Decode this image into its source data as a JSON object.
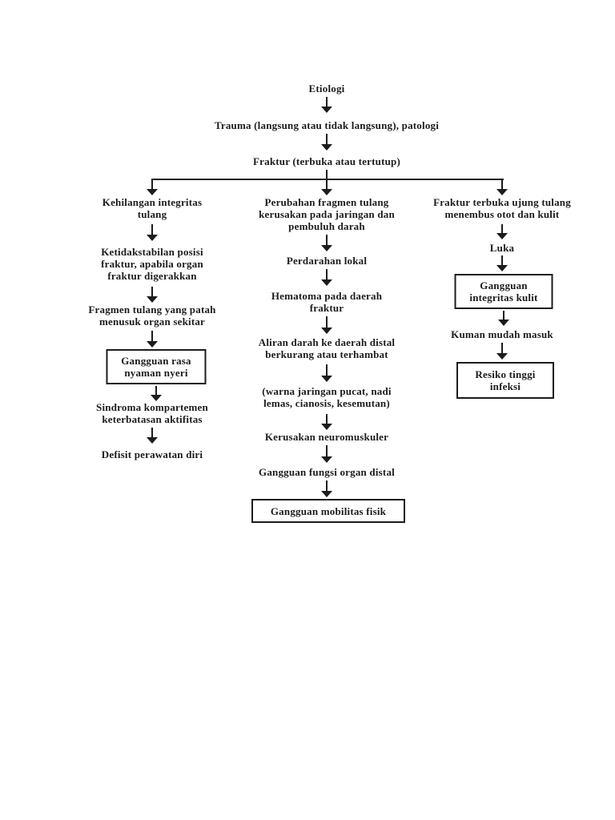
{
  "colors": {
    "background": "#ffffff",
    "text": "#1c1c1c",
    "line": "#1c1c1c"
  },
  "diagram": {
    "nodes": {
      "etiologi": {
        "label": "Etiologi",
        "boxed": false
      },
      "trauma": {
        "label": "Trauma (langsung atau tidak langsung), patologi",
        "boxed": false
      },
      "fraktur": {
        "label": "Fraktur (terbuka atau tertutup)",
        "boxed": false
      },
      "kehilangan_integritas": {
        "label": "Kehilangan integritas\ntulang",
        "boxed": false
      },
      "ketidakstabilan": {
        "label": "Ketidakstabilan posisi\nfraktur, apabila organ\nfraktur digerakkan",
        "boxed": false
      },
      "fragmen_tulang": {
        "label": "Fragmen tulang yang patah\nmenusuk organ sekitar",
        "boxed": false
      },
      "gangguan_rasa_nyaman": {
        "label": "Gangguan rasa\nnyaman nyeri",
        "boxed": true
      },
      "sindroma_kompartemen": {
        "label": "Sindroma kompartemen\nketerbatasan aktifitas",
        "boxed": false
      },
      "defisit_perawatan": {
        "label": "Defisit perawatan diri",
        "boxed": false
      },
      "perubahan_fragmen": {
        "label": "Perubahan fragmen tulang\nkerusakan pada jaringan dan\npembuluh darah",
        "boxed": false
      },
      "perdarahan_lokal": {
        "label": "Perdarahan lokal",
        "boxed": false
      },
      "hematoma": {
        "label": "Hematoma pada daerah\nfraktur",
        "boxed": false
      },
      "aliran_darah": {
        "label": "Aliran darah ke daerah distal\nberkurang atau terhambat",
        "boxed": false
      },
      "warna_jaringan": {
        "label": "(warna jaringan pucat, nadi\nlemas, cianosis, kesemutan)",
        "boxed": false
      },
      "kerusakan_neuromuskuler": {
        "label": "Kerusakan neuromuskuler",
        "boxed": false
      },
      "gangguan_fungsi_distal": {
        "label": "Gangguan fungsi organ distal",
        "boxed": false
      },
      "gangguan_mobilitas": {
        "label": "Gangguan mobilitas fisik",
        "boxed": true
      },
      "fraktur_terbuka": {
        "label": "Fraktur terbuka ujung tulang\nmenembus otot dan kulit",
        "boxed": false
      },
      "luka": {
        "label": "Luka",
        "boxed": false
      },
      "gangguan_integritas_kulit": {
        "label": "Gangguan\nintegritas kulit",
        "boxed": true
      },
      "kuman_masuk": {
        "label": "Kuman mudah masuk",
        "boxed": false
      },
      "resiko_infeksi": {
        "label": "Resiko tinggi\ninfeksi",
        "boxed": true
      }
    }
  }
}
